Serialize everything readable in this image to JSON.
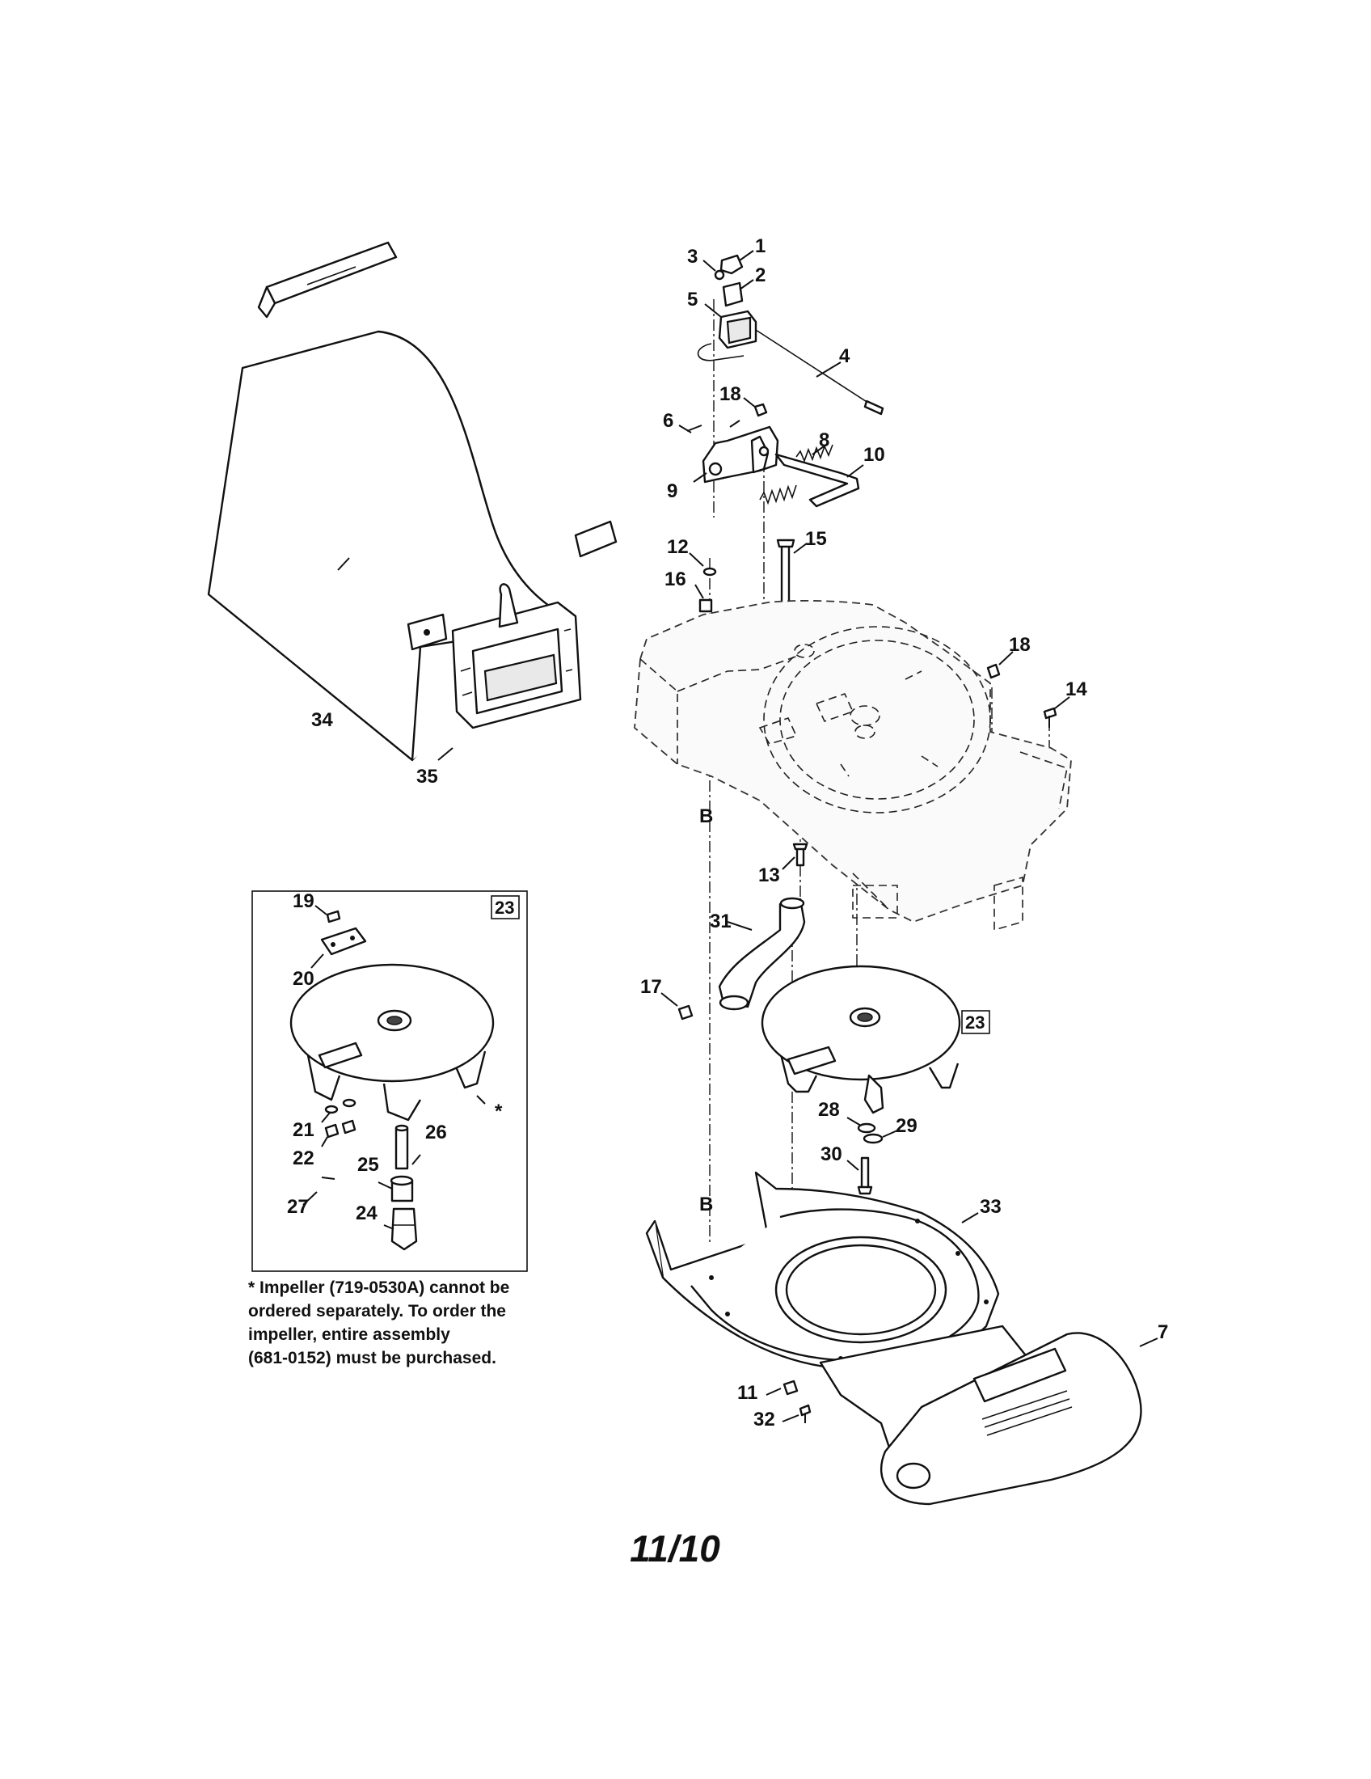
{
  "callouts": {
    "c1": "1",
    "c2": "2",
    "c3": "3",
    "c4": "4",
    "c5": "5",
    "c6": "6",
    "c7": "7",
    "c8": "8",
    "c9": "9",
    "c10": "10",
    "c11": "11",
    "c12": "12",
    "c13": "13",
    "c14": "14",
    "c15": "15",
    "c16": "16",
    "c17": "17",
    "c18a": "18",
    "c18b": "18",
    "c19": "19",
    "c20": "20",
    "c21": "21",
    "c22": "22",
    "c23a": "23",
    "c23b": "23",
    "c24": "24",
    "c25": "25",
    "c26": "26",
    "c27": "27",
    "c28": "28",
    "c29": "29",
    "c30": "30",
    "c31": "31",
    "c32": "32",
    "c33": "33",
    "c34": "34",
    "c35": "35",
    "ref_b_top": "B",
    "ref_b_bottom": "B",
    "asterisk": "*"
  },
  "footnote": "* Impeller (719-0530A) cannot be\nordered separately. To order the\nimpeller, entire assembly\n(681-0152) must be purchased.",
  "page_date": "11/10"
}
